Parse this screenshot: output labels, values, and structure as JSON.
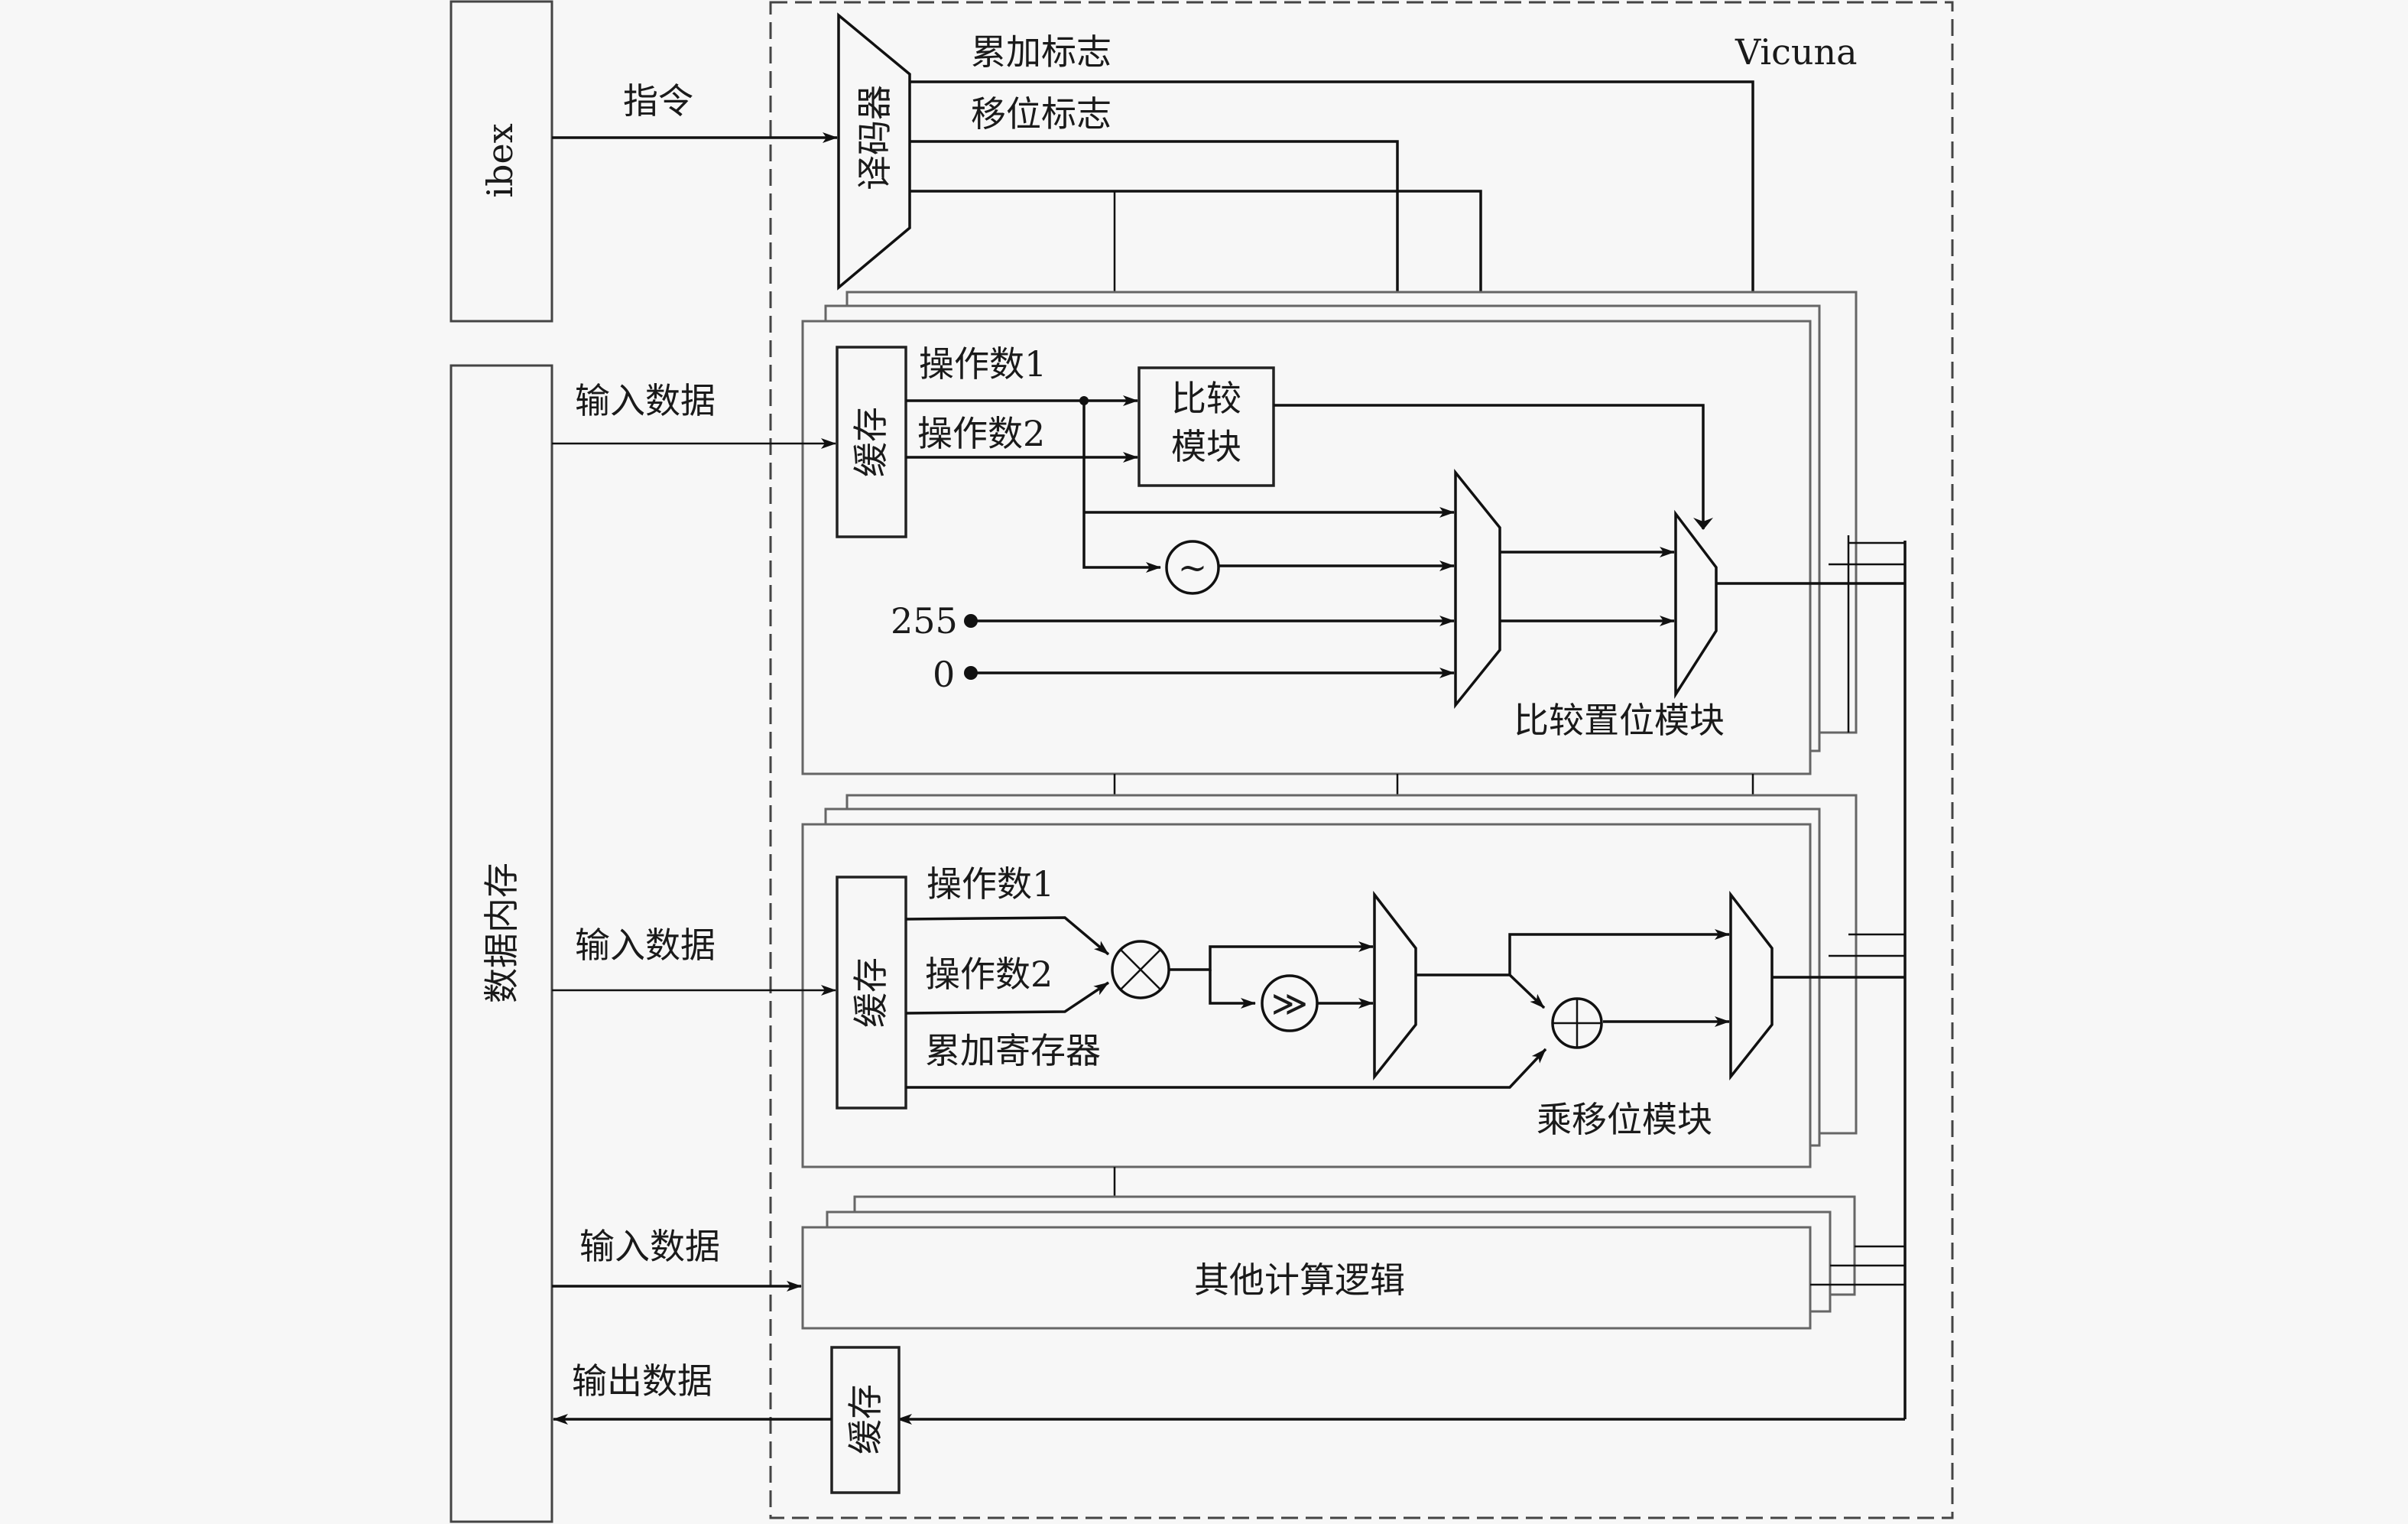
{
  "diagram": {
    "title": "Vicuna",
    "ibex": {
      "label": "ibex"
    },
    "data_memory": {
      "label": "数据内存"
    },
    "decoder": {
      "label": "译码器"
    },
    "signals": {
      "instruction": "指令",
      "accumulate_flag": "累加标志",
      "shift_flag": "移位标志",
      "input_data_1": "输入数据",
      "input_data_2": "输入数据",
      "input_data_3": "输入数据",
      "output_data": "输出数据"
    },
    "compare_set_module": {
      "name": "比较置位模块",
      "buffer": "缓存",
      "operand1": "操作数1",
      "operand2": "操作数2",
      "compare_block": [
        "比较",
        "模块"
      ],
      "negate_symbol": "~",
      "const_255": "255",
      "const_0": "0"
    },
    "mul_shift_module": {
      "name": "乘移位模块",
      "buffer": "缓存",
      "operand1": "操作数1",
      "operand2": "操作数2",
      "acc_register": "累加寄存器",
      "multiply_symbol": "⊗",
      "shift_symbol": "≫",
      "add_symbol": "⊕"
    },
    "other_logic": {
      "name": "其他计算逻辑"
    },
    "output_buffer": {
      "label": "缓存"
    }
  }
}
